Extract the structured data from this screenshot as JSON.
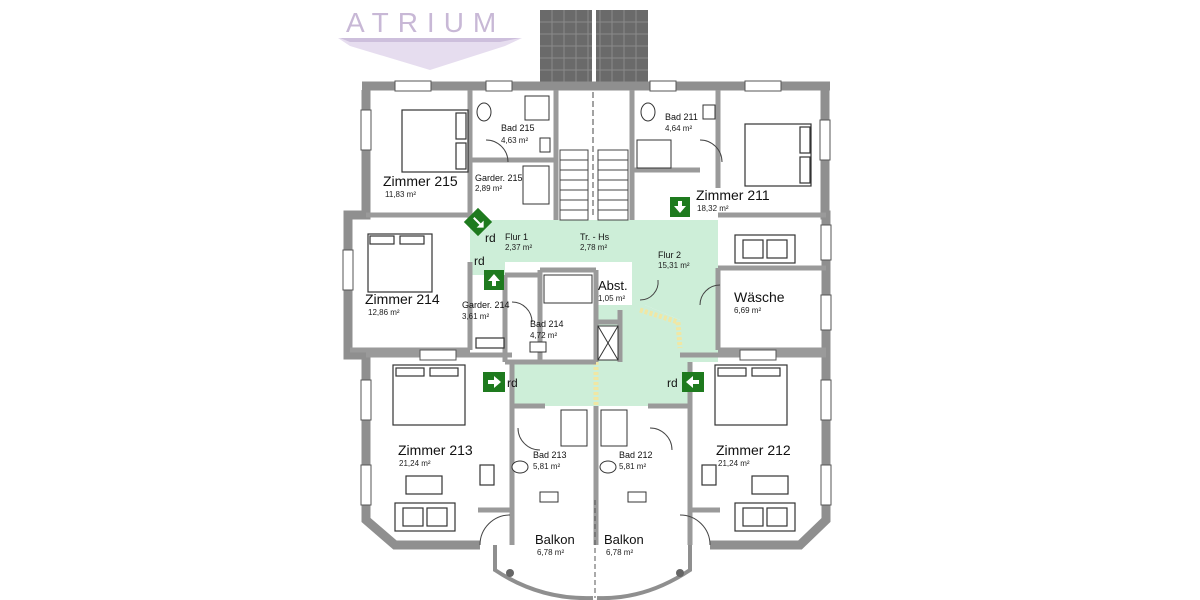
{
  "logo": {
    "text": "ATRIUM",
    "color": "#c8b8d6",
    "accent": "#d9cde6"
  },
  "colors": {
    "wall": "#9a9a9a",
    "wall_dark": "#6e6e6e",
    "corridor": "#cdeed8",
    "exit_sign": "#1e7a1e",
    "escape_path": "#f0e7a4",
    "roof_tiles": "#6c6c6c"
  },
  "rooms": {
    "zimmer215": {
      "name": "Zimmer 215",
      "area": "11,83 m²"
    },
    "bad215": {
      "name": "Bad 215",
      "area": "4,63 m²"
    },
    "garder215": {
      "name": "Garder. 215",
      "area": "2,89 m²"
    },
    "bad211": {
      "name": "Bad 211",
      "area": "4,64 m²"
    },
    "zimmer211": {
      "name": "Zimmer 211",
      "area": "18,32 m²"
    },
    "flur1": {
      "name": "Flur 1",
      "area": "2,37 m²"
    },
    "trhs": {
      "name": "Tr. - Hs",
      "area": "2,78 m²"
    },
    "flur2": {
      "name": "Flur 2",
      "area": "15,31 m²"
    },
    "zimmer214": {
      "name": "Zimmer 214",
      "area": "12,86 m²"
    },
    "garder214": {
      "name": "Garder. 214",
      "area": "3,61 m²"
    },
    "abst": {
      "name": "Abst.",
      "area": "1,05 m²"
    },
    "bad214": {
      "name": "Bad 214",
      "area": "4,72 m²"
    },
    "waesche": {
      "name": "Wäsche",
      "area": "6,69 m²"
    },
    "zimmer213": {
      "name": "Zimmer 213",
      "area": "21,24 m²"
    },
    "bad213": {
      "name": "Bad 213",
      "area": "5,81 m²"
    },
    "bad212": {
      "name": "Bad 212",
      "area": "5,81 m²"
    },
    "zimmer212": {
      "name": "Zimmer 212",
      "area": "21,24 m²"
    },
    "balkon_left": {
      "name": "Balkon",
      "area": "6,78 m²"
    },
    "balkon_right": {
      "name": "Balkon",
      "area": "6,78 m²"
    }
  },
  "door_labels": {
    "rd_flur1": "rd",
    "rd_zimmer214": "rd",
    "rd_zimmer213": "rd",
    "rd_zimmer212": "rd"
  },
  "exit_signs": [
    {
      "room": "flur1",
      "direction": "diagonal-down-right"
    },
    {
      "room": "garder214",
      "direction": "up"
    },
    {
      "room": "zimmer211",
      "direction": "down"
    },
    {
      "room": "zimmer213",
      "direction": "right"
    },
    {
      "room": "zimmer212",
      "direction": "left"
    }
  ]
}
